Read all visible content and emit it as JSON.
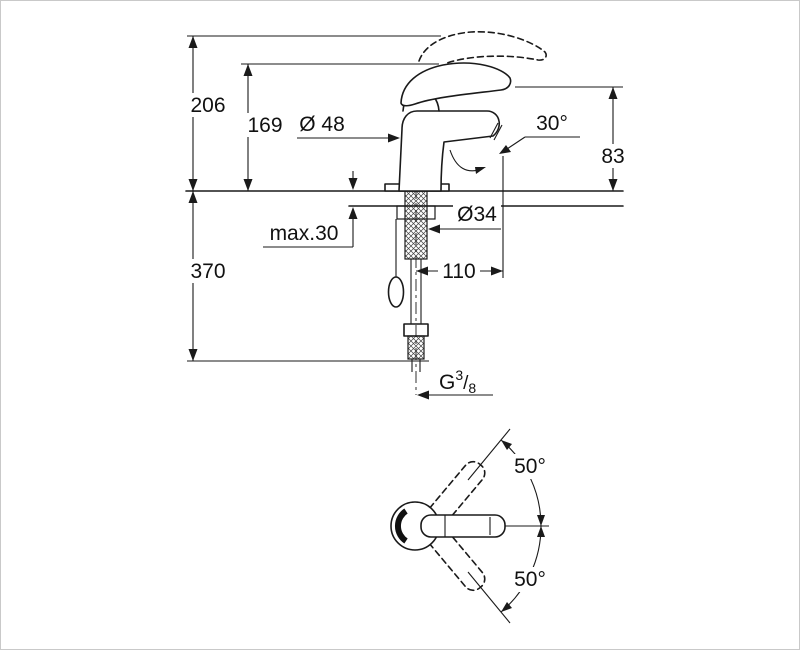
{
  "colors": {
    "ink": "#1a1a1a",
    "background": "#ffffff",
    "border": "#c9c9c9"
  },
  "side": {
    "total_height": "206",
    "body_height": "169",
    "body_diameter": "Ø 48",
    "aerator_angle": "30°",
    "spout_height": "83",
    "max_mounting_thickness": "max.30",
    "hole_diameter": "Ø34",
    "spout_projection": "110",
    "supply_length": "370",
    "thread": {
      "letter": "G",
      "numerator": "3",
      "slash": "/",
      "denominator": "8"
    }
  },
  "plan": {
    "swing_up_angle": "50°",
    "swing_down_angle": "50°"
  }
}
